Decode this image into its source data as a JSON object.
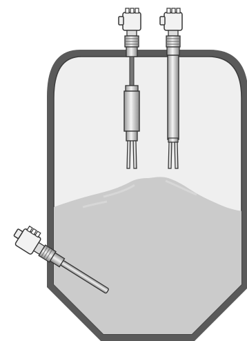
{
  "colors": {
    "vessel_outline": "#4d4d4d",
    "vessel_inner_fill": "#f1f1f1",
    "bulk_material": "#c8c8c8",
    "sensor_metal_light": "#e8e8e8",
    "sensor_metal_mid": "#bdbdbd",
    "sensor_metal_dark": "#4a4a4a",
    "background": "#ffffff"
  },
  "diagram": {
    "components": [
      {
        "id": "silo-vessel",
        "kind": "silo with conical bottom"
      },
      {
        "id": "bulk-material",
        "kind": "granular fill with heap"
      },
      {
        "id": "sensor-cable-fork",
        "kind": "vibrating fork level switch, cable extension"
      },
      {
        "id": "sensor-rod-fork",
        "kind": "vibrating fork level switch, tube extension"
      },
      {
        "id": "sensor-side-rod",
        "kind": "vibrating rod level switch, inclined side mounting"
      }
    ]
  }
}
